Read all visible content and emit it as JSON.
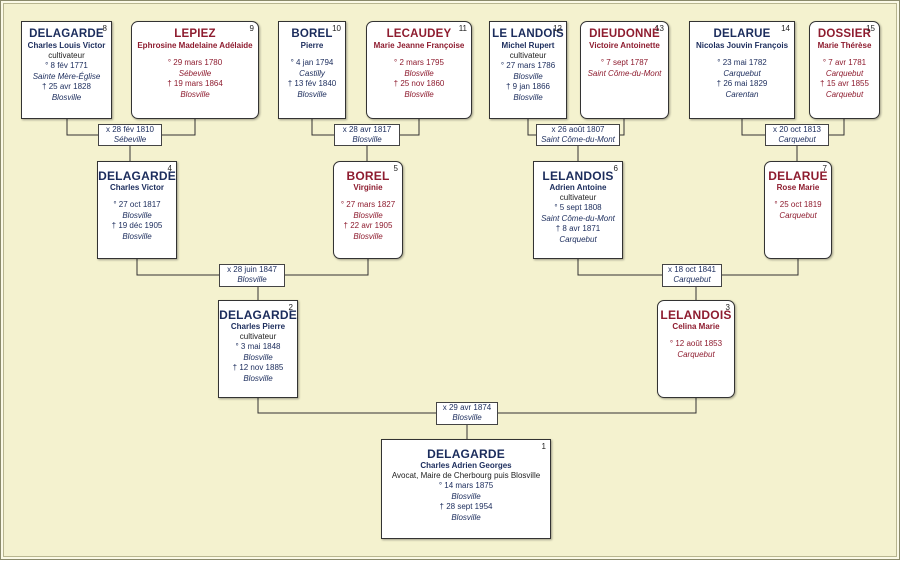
{
  "persons": {
    "p1": {
      "num": "1",
      "surname": "DELAGARDE",
      "given": "Charles Adrien Georges",
      "occupation": "Avocat, Maire de Cherbourg puis Blosville",
      "birth": "° 14 mars 1875",
      "birth_place": "Blosville",
      "death": "† 28 sept 1954",
      "death_place": "Blosville",
      "sex": "M"
    },
    "p2": {
      "num": "2",
      "surname": "DELAGARDE",
      "given": "Charles Pierre",
      "occupation": "cultivateur",
      "birth": "° 3 mai 1848",
      "birth_place": "Blosville",
      "death": "† 12 nov 1885",
      "death_place": "Blosville",
      "sex": "M"
    },
    "p3": {
      "num": "3",
      "surname": "LELANDOIS",
      "given": "Celina Marie",
      "birth": "° 12 août 1853",
      "birth_place": "Carquebut",
      "sex": "F"
    },
    "p4": {
      "num": "4",
      "surname": "DELAGARDE",
      "given": "Charles Victor",
      "birth": "° 27 oct 1817",
      "birth_place": "Blosville",
      "death": "† 19 déc 1905",
      "death_place": "Blosville",
      "sex": "M"
    },
    "p5": {
      "num": "5",
      "surname": "BOREL",
      "given": "Virginie",
      "birth": "° 27 mars 1827",
      "birth_place": "Blosville",
      "death": "† 22 avr 1905",
      "death_place": "Blosville",
      "sex": "F"
    },
    "p6": {
      "num": "6",
      "surname": "LELANDOIS",
      "given": "Adrien Antoine",
      "occupation": "cultivateur",
      "birth": "° 5 sept 1808",
      "birth_place": "Saint Côme-du-Mont",
      "death": "† 8 avr 1871",
      "death_place": "Carquebut",
      "sex": "M"
    },
    "p7": {
      "num": "7",
      "surname": "DELARUE",
      "given": "Rose Marie",
      "birth": "° 25 oct 1819",
      "birth_place": "Carquebut",
      "sex": "F"
    },
    "p8": {
      "num": "8",
      "surname": "DELAGARDE",
      "given": "Charles Louis  Victor",
      "occupation": "cultivateur",
      "birth": "° 8 fév 1771",
      "birth_place": "Sainte Mère-Église",
      "death": "† 25 avr 1828",
      "death_place": "Blosville",
      "sex": "M"
    },
    "p9": {
      "num": "9",
      "surname": "LEPIEZ",
      "given": "Ephrosine Madelaine Adélaide",
      "birth": "° 29 mars 1780",
      "birth_place": "Sébeville",
      "death": "† 19 mars 1864",
      "death_place": "Blosville",
      "sex": "F"
    },
    "p10": {
      "num": "10",
      "surname": "BOREL",
      "given": "Pierre",
      "birth": "° 4 jan 1794",
      "birth_place": "Castilly",
      "death": "† 13 fév 1840",
      "death_place": "Blosville",
      "sex": "M"
    },
    "p11": {
      "num": "11",
      "surname": "LECAUDEY",
      "given": "Marie Jeanne Françoise",
      "birth": "° 2 mars 1795",
      "birth_place": "Blosville",
      "death": "† 25 nov 1860",
      "death_place": "Blosville",
      "sex": "F"
    },
    "p12": {
      "num": "12",
      "surname": "LE LANDOIS",
      "given": "Michel Rupert",
      "occupation": "cultivateur",
      "birth": "° 27 mars 1786",
      "birth_place": "Blosville",
      "death": "† 9 jan 1866",
      "death_place": "Blosville",
      "sex": "M"
    },
    "p13": {
      "num": "13",
      "surname": "DIEUDONNÉ",
      "given": "Victoire Antoinette",
      "birth": "° 7 sept 1787",
      "birth_place": "Saint Côme-du-Mont",
      "sex": "F"
    },
    "p14": {
      "num": "14",
      "surname": "DELARUE",
      "given": "Nicolas Jouvin François",
      "birth": "° 23 mai 1782",
      "birth_place": "Carquebut",
      "death": "† 26 mai 1829",
      "death_place": "Carentan",
      "sex": "M"
    },
    "p15": {
      "num": "15",
      "surname": "DOSSIER",
      "given": "Marie Thérèse",
      "birth": "° 7 avr 1781",
      "birth_place": "Carquebut",
      "death": "† 15 avr 1855",
      "death_place": "Carquebut",
      "sex": "F"
    }
  },
  "marriages": {
    "m1": {
      "date": "x 29 avr 1874",
      "place": "Blosville"
    },
    "m2": {
      "date": "x 28 juin 1847",
      "place": "Blosville"
    },
    "m3": {
      "date": "x 18 oct 1841",
      "place": "Carquebut"
    },
    "m4": {
      "date": "x 28 fév 1810",
      "place": "Sébeville"
    },
    "m5": {
      "date": "x 28 avr 1817",
      "place": "Blosville"
    },
    "m6": {
      "date": "x 26 août 1807",
      "place": "Saint Côme-du-Mont"
    },
    "m7": {
      "date": "x 20 oct 1813",
      "place": "Carquebut"
    }
  },
  "colors": {
    "background": "#f4f2cf",
    "male_text": "#1b2c5c",
    "female_text": "#8e1c2f",
    "line": "#333333"
  }
}
